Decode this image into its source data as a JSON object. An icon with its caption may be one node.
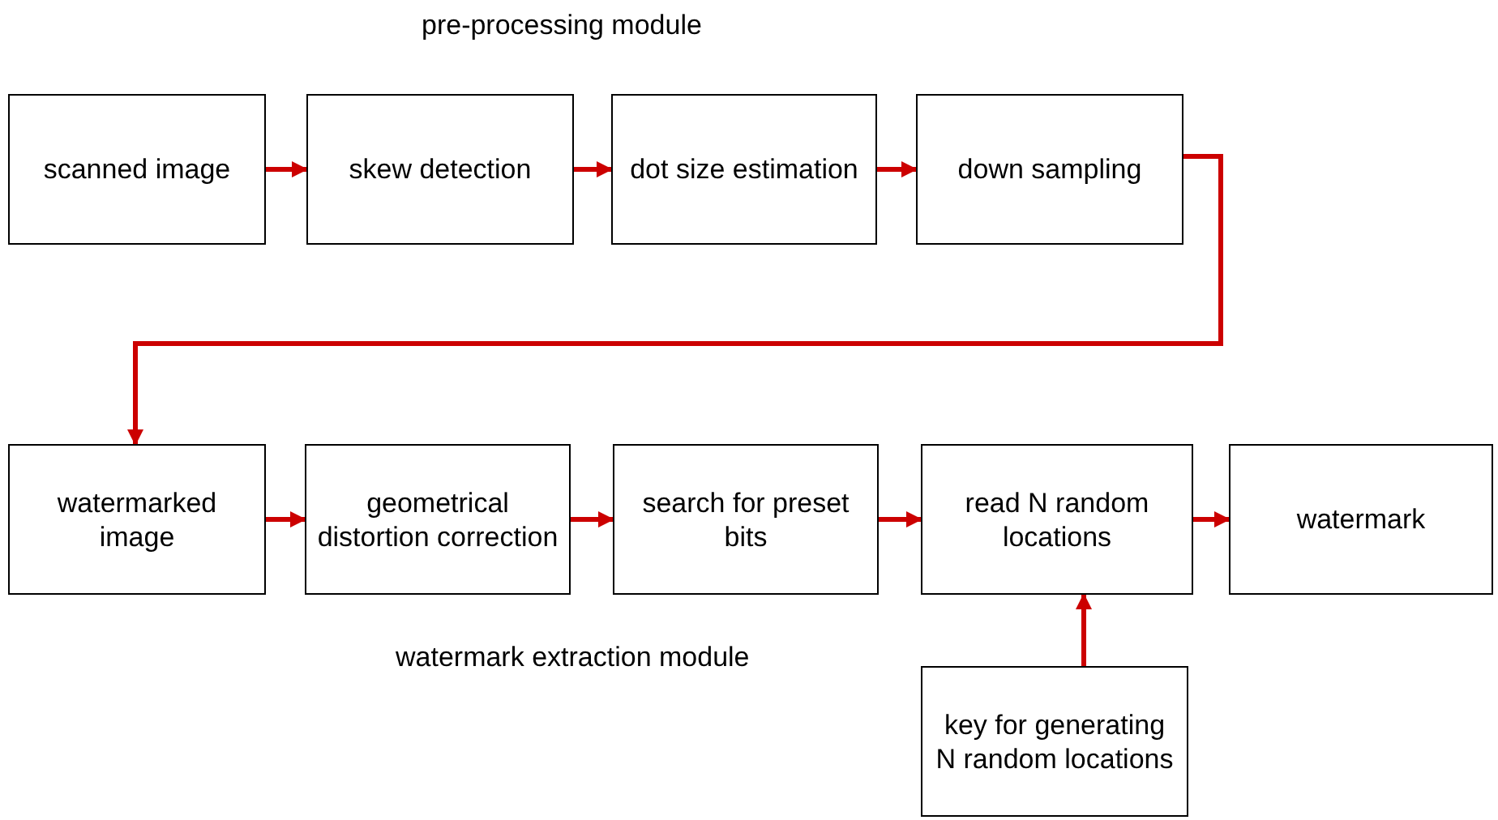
{
  "diagram": {
    "nodes": [
      {
        "text": [
          "scanned image"
        ]
      },
      {
        "text": [
          "skew detection"
        ]
      },
      {
        "text": [
          "dot size estimation"
        ]
      },
      {
        "text": [
          "down sampling"
        ]
      },
      {
        "text": [
          "watermarked image"
        ]
      },
      {
        "text": [
          "geometrical distortion correction"
        ]
      },
      {
        "text": [
          "search for preset bits"
        ]
      },
      {
        "text": [
          "read N random locations"
        ]
      },
      {
        "text": [
          "watermark"
        ]
      },
      {
        "text": [
          "key for generating N random locations"
        ]
      }
    ],
    "edges": [
      {
        "from": 0,
        "to": 1,
        "arrow": "to"
      },
      {
        "from": 1,
        "to": 2,
        "arrow": "to"
      },
      {
        "from": 2,
        "to": 3,
        "arrow": "to"
      },
      {
        "from": 3,
        "to": 4,
        "arrow": "to"
      },
      {
        "from": 4,
        "to": 5,
        "arrow": "to"
      },
      {
        "from": 5,
        "to": 6,
        "arrow": "to"
      },
      {
        "from": 6,
        "to": 7,
        "arrow": "to"
      },
      {
        "from": 7,
        "to": 8,
        "arrow": "to"
      },
      {
        "from": 9,
        "to": 7,
        "arrow": "to"
      }
    ],
    "labels": [
      "pre-processing module",
      "watermark extraction module"
    ]
  }
}
